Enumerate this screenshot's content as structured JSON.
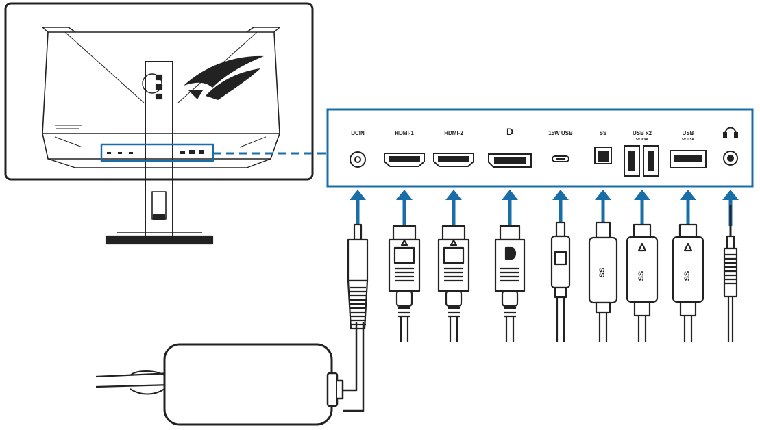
{
  "colors": {
    "accent": "#1a6ea8",
    "outline": "#222222",
    "fill": "#ffffff"
  },
  "port_panel": {
    "ports": [
      {
        "label": "DCIN",
        "icon": "dc-in-port-icon"
      },
      {
        "label": "HDMI-1",
        "icon": "hdmi-port-icon"
      },
      {
        "label": "HDMI-2",
        "icon": "hdmi-port-icon"
      },
      {
        "label": "D",
        "icon": "displayport-icon"
      },
      {
        "label": "15W USB",
        "icon": "usb-c-port-icon"
      },
      {
        "label": "SS",
        "icon": "usb-b-port-icon"
      },
      {
        "label": "USB x2",
        "sublabel": "5V 0.9A",
        "icon": "usb-a-dual-port-icon"
      },
      {
        "label": "USB",
        "sublabel": "5V 1.5A",
        "icon": "usb-a-port-icon"
      },
      {
        "label": "",
        "icon": "headphone-jack-icon"
      }
    ]
  },
  "cables": [
    "dc-power-plug-icon",
    "hdmi-cable-icon",
    "hdmi-cable-icon",
    "displayport-cable-icon",
    "usb-c-cable-icon",
    "usb-b-cable-icon",
    "usb-a-cable-icon",
    "usb-a-cable-icon",
    "audio-cable-icon"
  ],
  "monitor": {
    "icon": "monitor-rear-view-icon",
    "logo_icon": "brand-logo-icon"
  },
  "adapter": {
    "icon": "power-adapter-icon"
  }
}
